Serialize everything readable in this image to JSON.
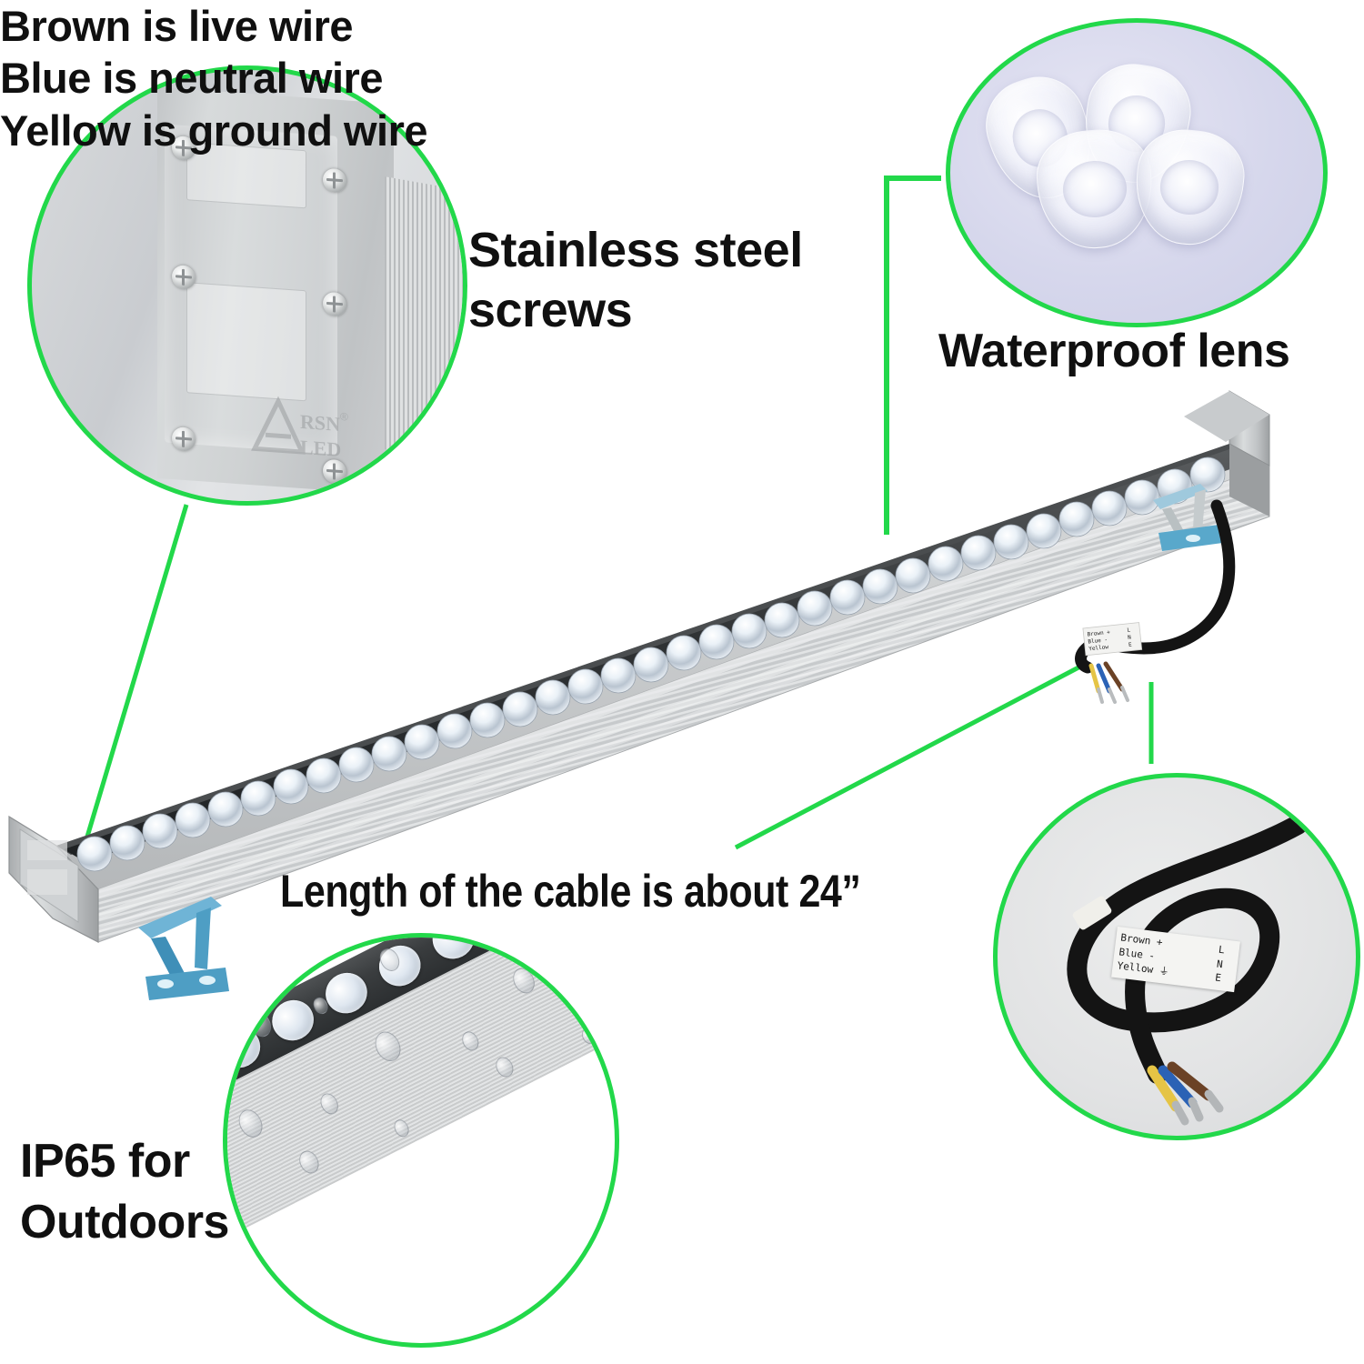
{
  "page": {
    "background": "#ffffff",
    "accent_green": "#22d84a",
    "text_color": "#101010"
  },
  "callouts": {
    "screws": {
      "label": "Stainless steel\nscrews",
      "circle_caption_logo_top": "RSN",
      "circle_caption_logo_bottom": "LED",
      "registered_mark": "®"
    },
    "lens": {
      "label": "Waterproof lens"
    },
    "cable_length": {
      "label": "Length of the cable is about 24”"
    },
    "ip65": {
      "label": "IP65 for\nOutdoors"
    },
    "wires": {
      "line1": "Brown is live wire",
      "line2": "Blue is neutral wire",
      "line3": "Yellow is ground wire"
    }
  },
  "cable_label": {
    "row1": "Brown +",
    "row2": "Blue -",
    "row3": "Yellow ⏚",
    "terminal1": "L",
    "terminal2": "N",
    "terminal3": "E"
  },
  "product": {
    "name": "led-wall-washer-bar",
    "led_count": 36,
    "body_color": "#c9cccd",
    "channel_color": "#2f3234",
    "bracket_color": "#4e9ec4",
    "cable_color": "#141414"
  },
  "wire_colors": {
    "brown": "#6b4226",
    "blue": "#2b62b5",
    "yellow": "#e5c445"
  }
}
